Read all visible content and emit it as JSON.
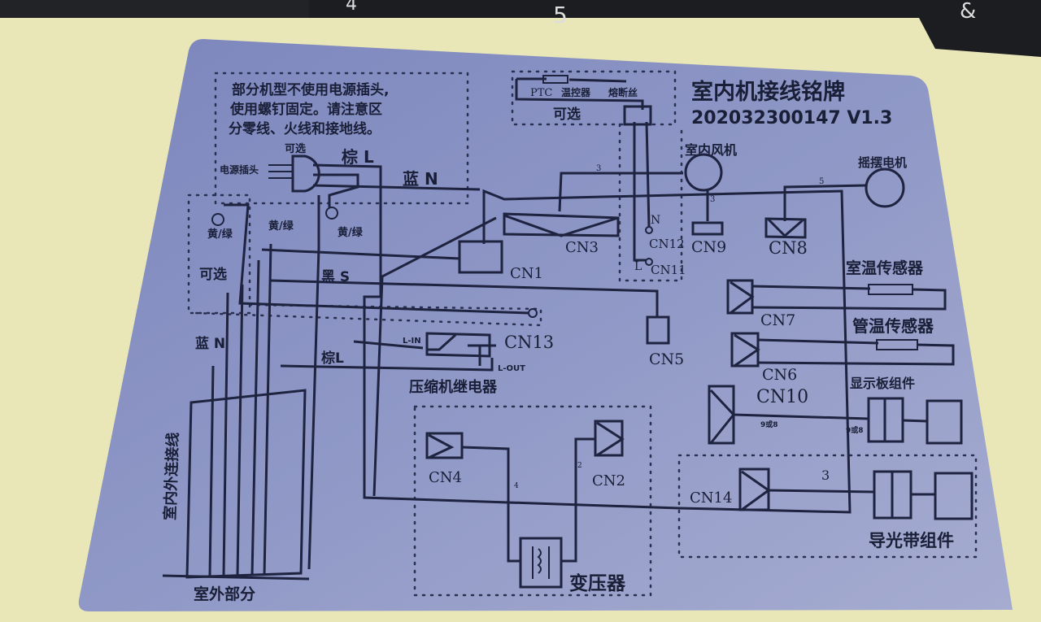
{
  "colors": {
    "label_bg": "#8d96c4",
    "line": "#1e2340",
    "paper": "#e9e6b8",
    "keyboard": "#222326"
  },
  "keyboard_keys": [
    "4",
    "5",
    "&"
  ],
  "title": "室内机接线铭牌",
  "code": "202032300147  V1.3",
  "note": [
    "部分机型不使用电源插头,",
    "使用螺钉固定。请注意区",
    "分零线、火线和接地线。"
  ],
  "labels": {
    "optional": "可选",
    "power_plug": "电源插头",
    "brown_l": "棕 L",
    "blue_n": "蓝 N",
    "yellow_green": "黄/绿",
    "black_s": "黑 S",
    "brown_l2": "棕L",
    "blue_n2": "蓝 N",
    "outdoor_connection": "室内外连接线",
    "outdoor_part": "室外部分",
    "ptc": "PTC",
    "thermostat": "温控器",
    "fuse": "熔断丝",
    "indoor_fan": "室内风机",
    "swing_motor": "摇摆电机",
    "room_sensor": "室温传感器",
    "pipe_sensor": "管温传感器",
    "display_board": "显示板组件",
    "light_strip": "导光带组件",
    "compressor_relay": "压缩机继电器",
    "l_in": "L-IN",
    "l_out": "L-OUT",
    "transformer": "变压器",
    "n": "N",
    "l": "L",
    "wire_3": "3",
    "wire_5": "5",
    "wire_4": "4",
    "wire_2": "2",
    "wire_9or8": "9或8"
  },
  "connectors": [
    "CN1",
    "CN2",
    "CN3",
    "CN4",
    "CN5",
    "CN6",
    "CN7",
    "CN8",
    "CN9",
    "CN10",
    "CN11",
    "CN12",
    "CN13",
    "CN14"
  ]
}
